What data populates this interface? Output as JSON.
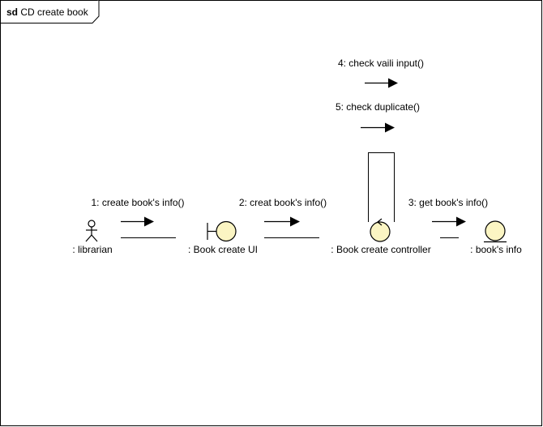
{
  "frame": {
    "keyword": "sd",
    "name": "CD create book"
  },
  "lifelines": [
    {
      "id": "librarian",
      "kind": "actor",
      "label": ": librarian"
    },
    {
      "id": "book_create_ui",
      "kind": "boundary",
      "label": ": Book create UI"
    },
    {
      "id": "book_create_controller",
      "kind": "control",
      "label": ": Book create controller"
    },
    {
      "id": "books_info",
      "kind": "entity",
      "label": ": book's info"
    }
  ],
  "messages": [
    {
      "number": "1",
      "label": "1: create book's info()",
      "from": "librarian",
      "to": "book_create_ui"
    },
    {
      "number": "2",
      "label": "2: creat book's info()",
      "from": "book_create_ui",
      "to": "book_create_controller"
    },
    {
      "number": "3",
      "label": "3: get book's info()",
      "from": "book_create_controller",
      "to": "books_info"
    },
    {
      "number": "4",
      "label": "4: check vaili input()",
      "from": "book_create_controller",
      "to": "book_create_controller"
    },
    {
      "number": "5",
      "label": "5: check duplicate()",
      "from": "book_create_controller",
      "to": "book_create_controller"
    }
  ],
  "colors": {
    "line": "#000000",
    "shape_fill": "#fbf5c3",
    "frame_border": "#000000",
    "background": "#ffffff"
  }
}
